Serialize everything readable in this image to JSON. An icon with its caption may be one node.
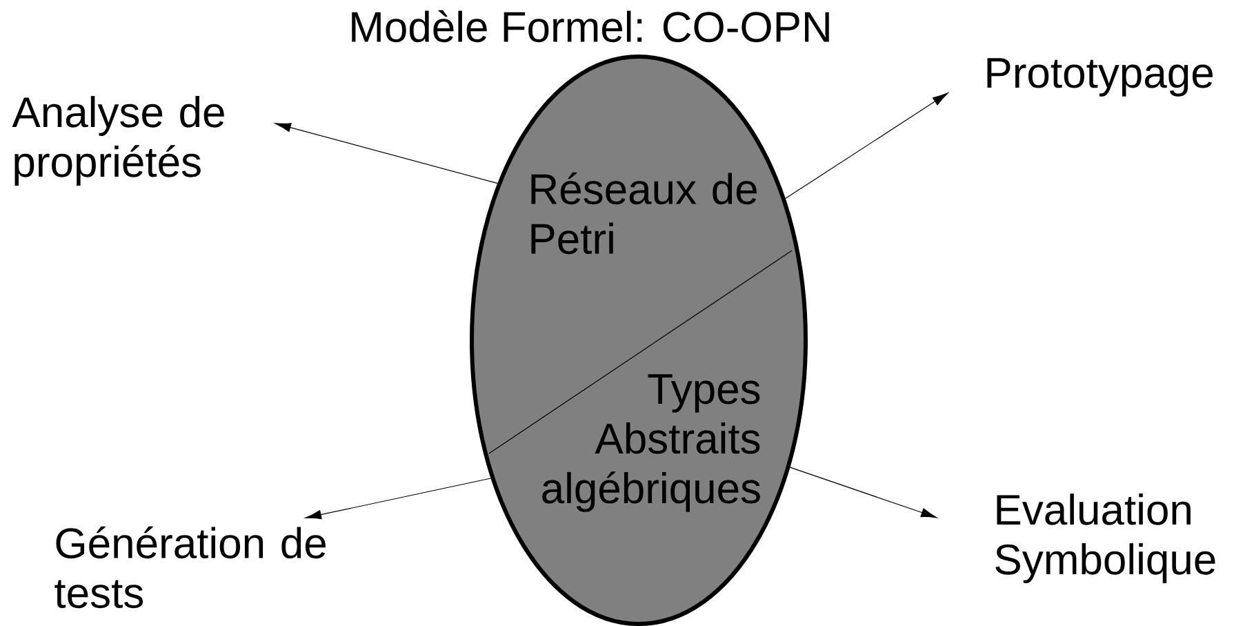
{
  "diagram": {
    "title": "Modèle Formel: CO-OPN",
    "nodes": [
      {
        "text": [
          "Réseaux de Petri",
          "Types Abstraits algébriques"
        ]
      },
      {
        "text": [
          "Analyse de propriétés"
        ]
      },
      {
        "text": [
          "Prototypage"
        ]
      },
      {
        "text": [
          "Génération de tests"
        ]
      },
      {
        "text": [
          "Evaluation Symbolique"
        ]
      }
    ],
    "edges": [
      {
        "from": 0,
        "to": 1,
        "arrow": "to"
      },
      {
        "from": 0,
        "to": 2,
        "arrow": "to"
      },
      {
        "from": 0,
        "to": 3,
        "arrow": "to"
      },
      {
        "from": 0,
        "to": 4,
        "arrow": "to"
      }
    ]
  }
}
